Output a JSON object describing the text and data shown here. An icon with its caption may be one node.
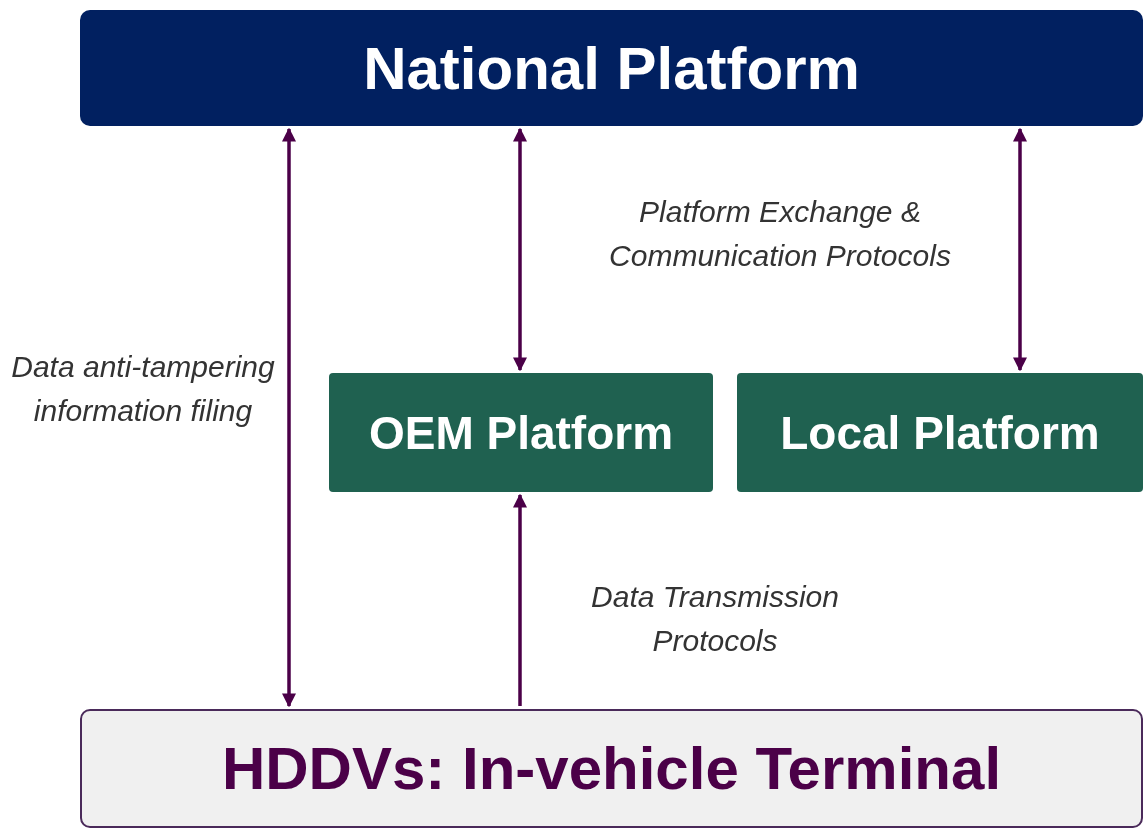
{
  "diagram": {
    "nodes": [
      {
        "text": [
          "National Platform"
        ]
      },
      {
        "text": [
          "OEM Platform"
        ]
      },
      {
        "text": [
          "Local Platform"
        ]
      },
      {
        "text": [
          "HDDVs: In-vehicle Terminal"
        ]
      }
    ],
    "edges": [
      {
        "from": 0,
        "to": 3,
        "arrow": "both",
        "label": "Data anti-tampering information filing"
      },
      {
        "from": 0,
        "to": 1,
        "arrow": "both"
      },
      {
        "from": 0,
        "to": 2,
        "arrow": "both"
      },
      {
        "from": 3,
        "to": 1,
        "arrow": "to",
        "label": "Data Transmission Protocols"
      }
    ],
    "labels": [
      "Platform Exchange & Communication Protocols"
    ]
  }
}
